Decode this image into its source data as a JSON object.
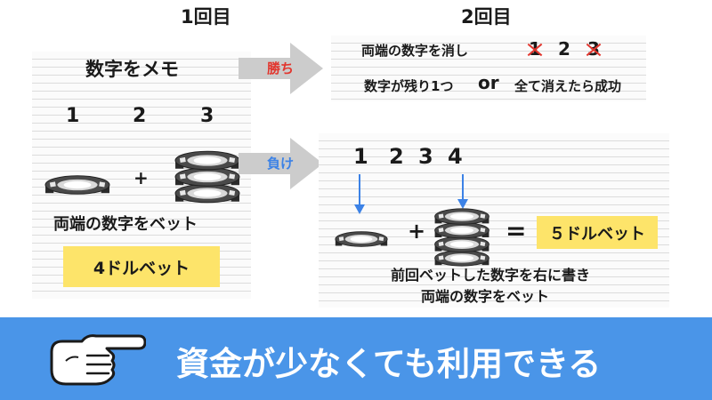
{
  "round1": {
    "title": "1回目",
    "memo_label": "数字をメモ",
    "numbers": [
      "1",
      "2",
      "3"
    ],
    "plus": "+",
    "bet_label": "両端の数字をベット",
    "bet_amount": "4ドルベット"
  },
  "round2": {
    "title": "2回目",
    "win": {
      "arrow_label": "勝ち",
      "line1": "両端の数字を消し",
      "numbers": [
        "1",
        "2",
        "3"
      ],
      "line2_left": "数字が残り1つ",
      "or": "or",
      "line2_right": "全て消えたら成功"
    },
    "lose": {
      "arrow_label": "負け",
      "numbers": [
        "1",
        "2",
        "3",
        "4"
      ],
      "plus": "+",
      "equals": "=",
      "bet_amount": "５ドルベット",
      "line1": "前回ベットした数字を右に書き",
      "line2": "両端の数字をベット"
    }
  },
  "footer": {
    "slogan": "資金が少なくても利用できる",
    "icon": "pointing-hand-icon"
  },
  "colors": {
    "win": "#e2352d",
    "lose": "#3c82e6",
    "highlight": "#fde46a",
    "footer": "#4a95e8",
    "arrow": "#cccccc"
  }
}
